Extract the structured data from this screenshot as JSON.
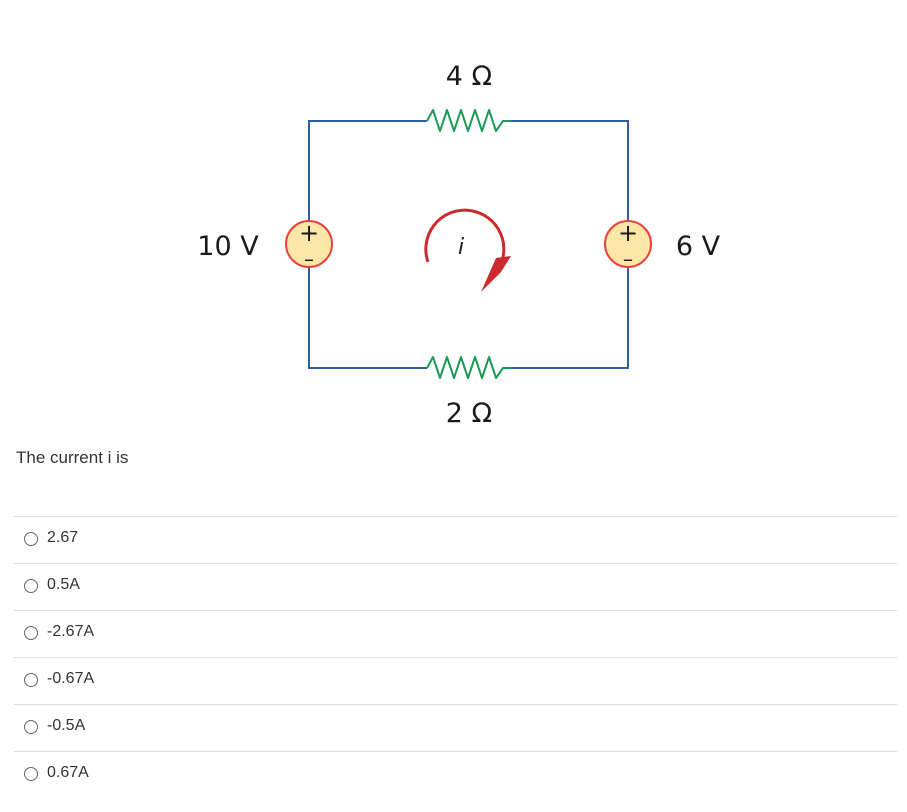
{
  "circuit": {
    "resistor_top": "4 Ω",
    "resistor_bottom": "2 Ω",
    "source_left": "10 V",
    "source_right": "6 V",
    "current_label": "i",
    "source_plus": "+",
    "source_minus": "–",
    "colors": {
      "wire": "#2e5ea8",
      "resistor": "#1c9a55",
      "source_fill": "#fde7a8",
      "source_stroke": "#e8413a",
      "arrow": "#cc2a2f"
    },
    "icons": [
      "resistor-icon",
      "voltage-source-icon",
      "current-arrow-icon"
    ]
  },
  "question": {
    "text": "The current i is",
    "options": [
      {
        "label": "2.67"
      },
      {
        "label": "0.5A"
      },
      {
        "label": "-2.67A"
      },
      {
        "label": "-0.67A"
      },
      {
        "label": "-0.5A"
      },
      {
        "label": "0.67A"
      }
    ]
  }
}
